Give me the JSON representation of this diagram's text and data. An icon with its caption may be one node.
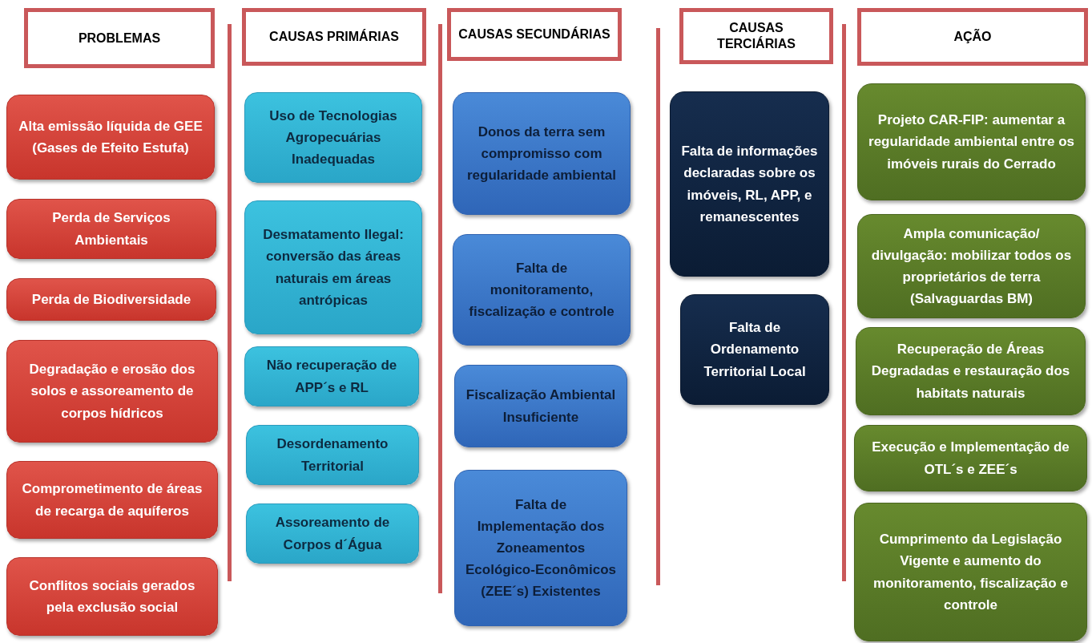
{
  "diagram": {
    "nodes": [
      {
        "text": [
          "PROBLEMAS"
        ]
      },
      {
        "text": [
          "Alta emissão líquida de GEE (Gases de Efeito Estufa)"
        ]
      },
      {
        "text": [
          "Perda de Serviços Ambientais"
        ]
      },
      {
        "text": [
          "Perda de Biodiversidade"
        ]
      },
      {
        "text": [
          "Degradação e erosão dos solos e assoreamento de corpos hídricos"
        ]
      },
      {
        "text": [
          "Comprometimento de áreas de recarga de aquíferos"
        ]
      },
      {
        "text": [
          "Conflitos sociais gerados pela exclusão social"
        ]
      },
      {
        "text": [
          "CAUSAS PRIMÁRIAS"
        ]
      },
      {
        "text": [
          "Uso de Tecnologias Agropecuárias Inadequadas"
        ]
      },
      {
        "text": [
          "Desmatamento Ilegal: conversão das áreas naturais em áreas antrópicas"
        ]
      },
      {
        "text": [
          "Não recuperação de APP´s e RL"
        ]
      },
      {
        "text": [
          "Desordenamento Territorial"
        ]
      },
      {
        "text": [
          "Assoreamento de Corpos d´Água"
        ]
      },
      {
        "text": [
          "CAUSAS SECUNDÁRIAS"
        ]
      },
      {
        "text": [
          "Donos da terra sem compromisso com regularidade ambiental"
        ]
      },
      {
        "text": [
          "Falta de monitoramento, fiscalização e controle"
        ]
      },
      {
        "text": [
          "Fiscalização Ambiental Insuficiente"
        ]
      },
      {
        "text": [
          "Falta de Implementação dos Zoneamentos Ecológico-Econômicos (ZEE´s) Existentes"
        ]
      },
      {
        "text": [
          "CAUSAS TERCIÁRIAS"
        ]
      },
      {
        "text": [
          "Falta de informações declaradas sobre os imóveis, RL, APP, e remanescentes"
        ]
      },
      {
        "text": [
          "Falta de Ordenamento Territorial Local"
        ]
      },
      {
        "text": [
          "AÇÃO"
        ]
      },
      {
        "text": [
          "Projeto CAR-FIP: aumentar a regularidade ambiental entre os imóveis rurais do Cerrado"
        ]
      },
      {
        "text": [
          "Ampla comunicação/ divulgação: mobilizar todos os proprietários de terra (Salvaguardas BM)"
        ]
      },
      {
        "text": [
          "Recuperação de Áreas Degradadas e restauração dos habitats naturais"
        ]
      },
      {
        "text": [
          "Execução e Implementação de OTL´s e ZEE´s"
        ]
      },
      {
        "text": [
          "Cumprimento da Legislação Vigente e aumento do monitoramento, fiscalização e controle"
        ]
      }
    ]
  }
}
